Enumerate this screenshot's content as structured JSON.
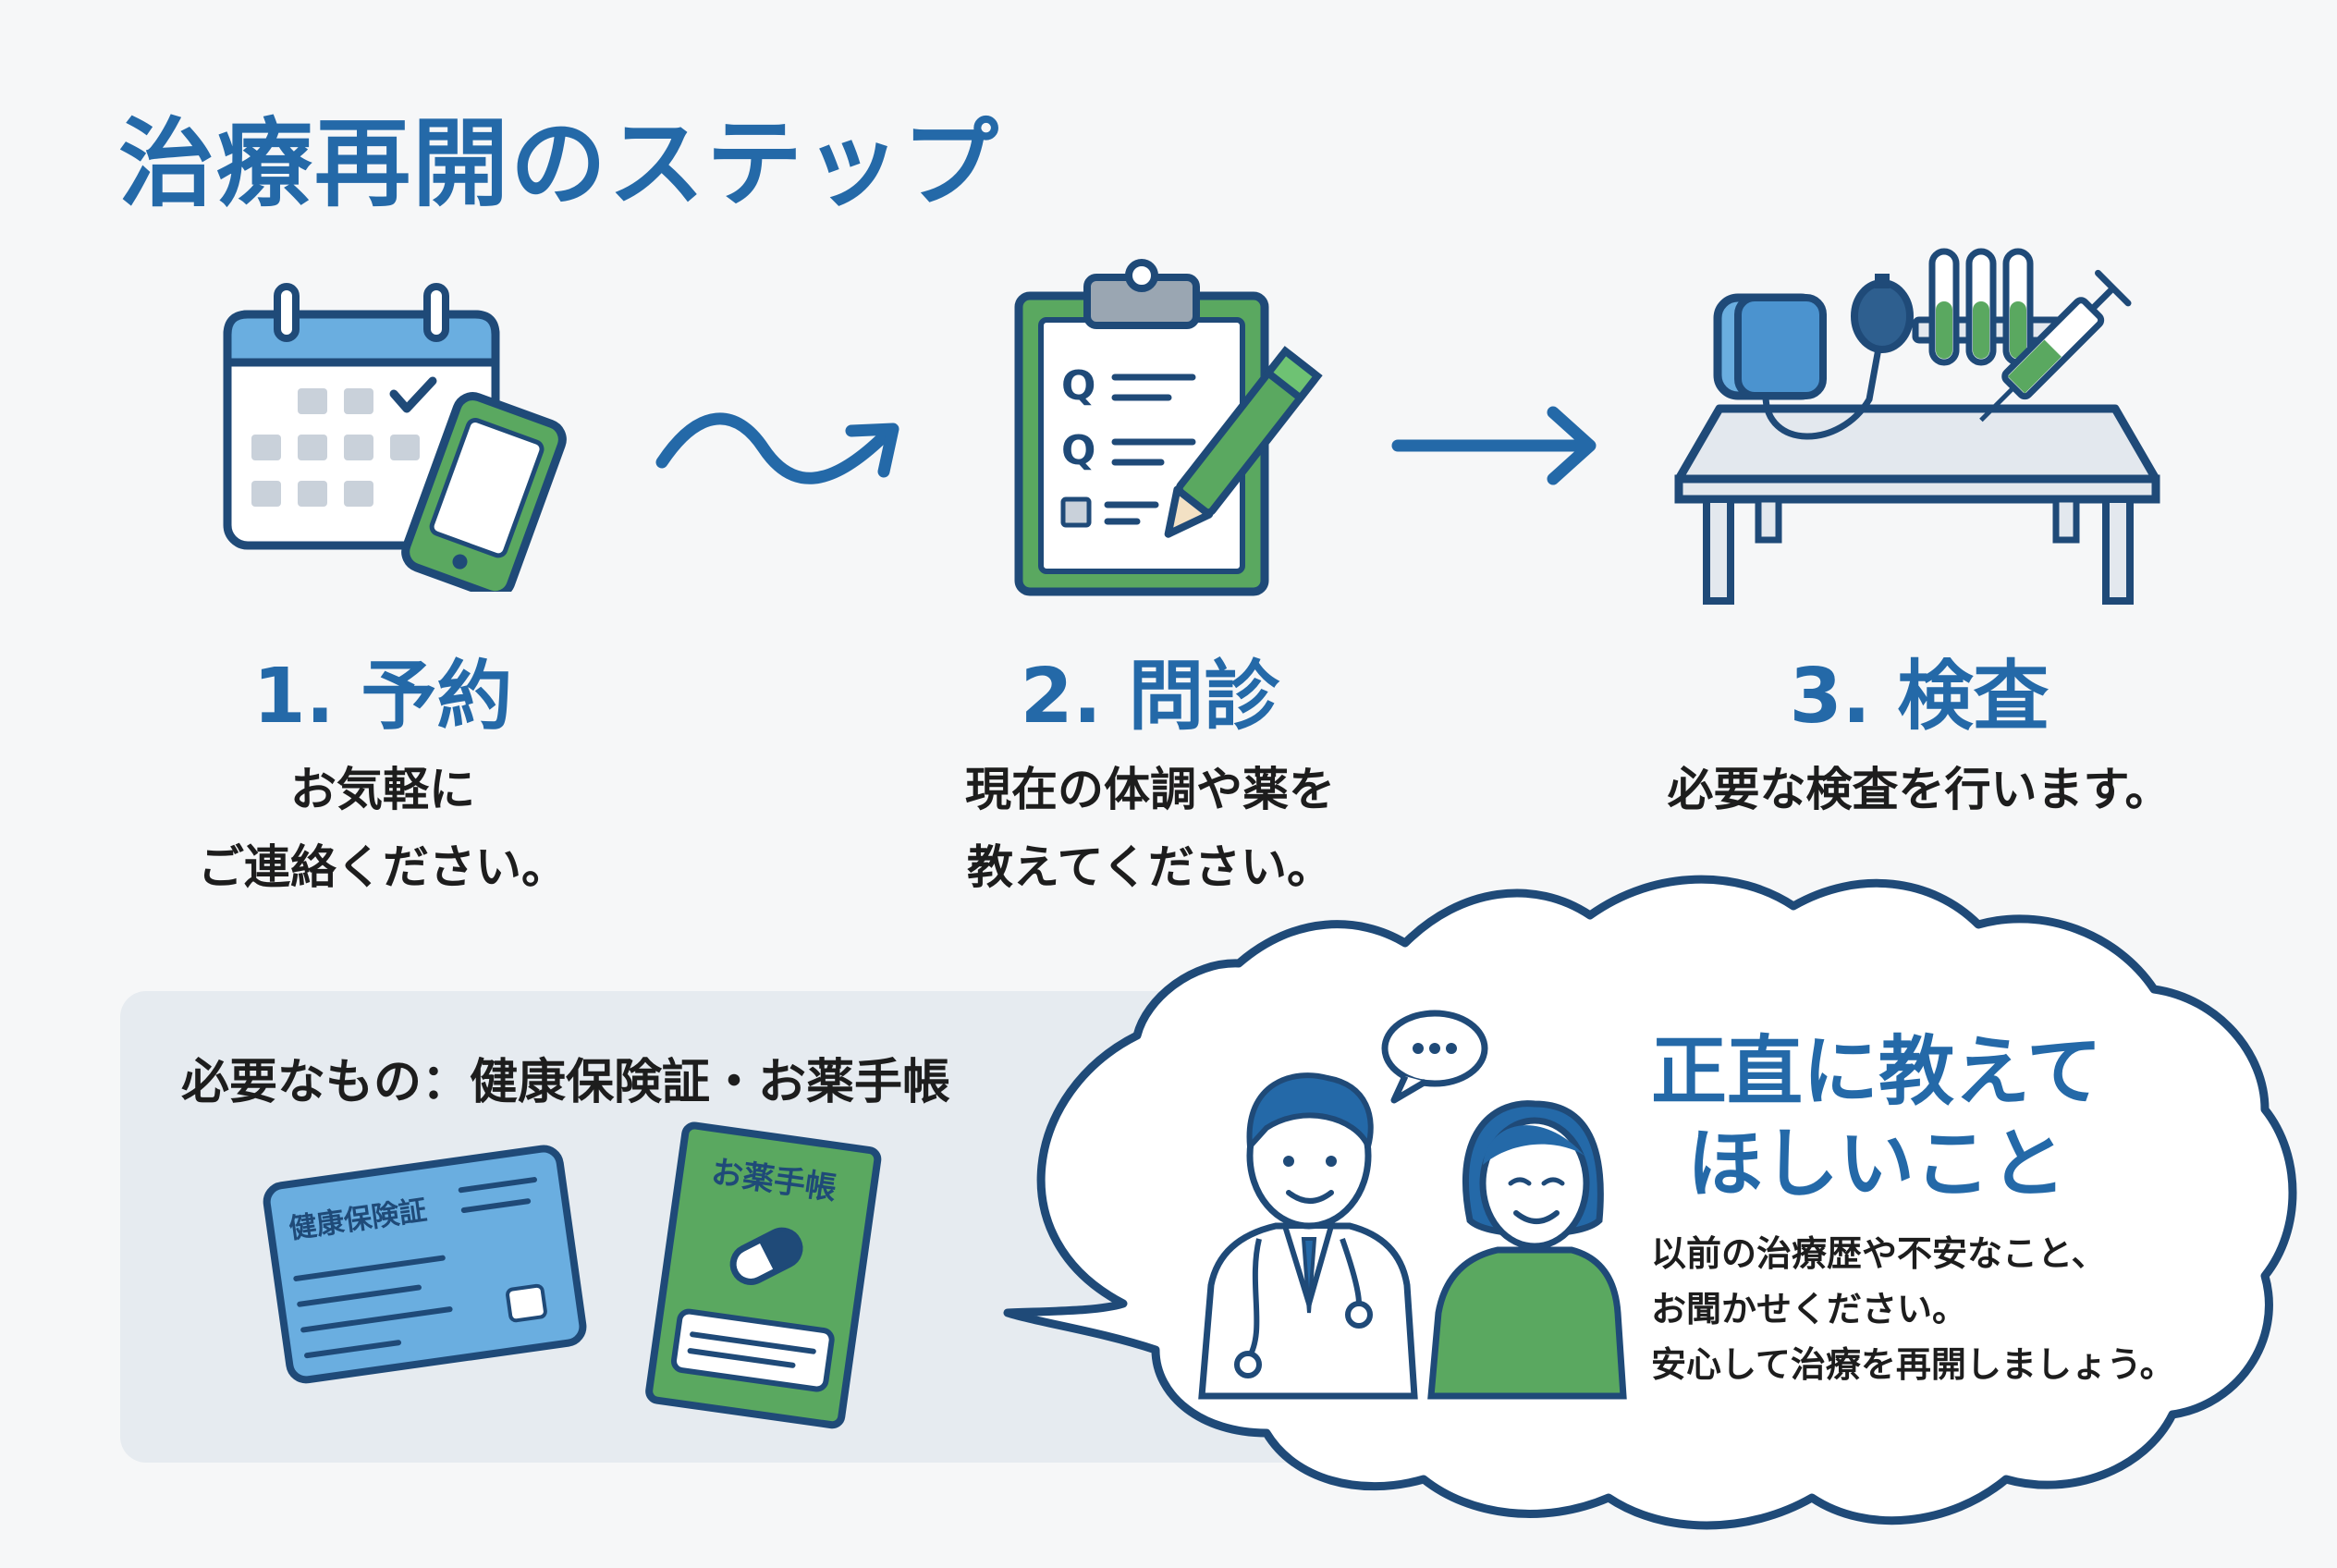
{
  "title": "治療再開のステップ",
  "steps": [
    {
      "number_title": "1. 予約",
      "desc_line1": "お気軽に",
      "desc_line2": "ご連絡ください。",
      "icon": "calendar-phone-icon"
    },
    {
      "number_title": "2. 問診",
      "desc_line1": "現在の体調や薬を",
      "desc_line2": "教えてください。",
      "icon": "clipboard-questionnaire-icon"
    },
    {
      "number_title": "3. 検査",
      "desc_line1": "必要な検査を行います。",
      "desc_line2": "",
      "icon": "medical-exam-table-icon"
    }
  ],
  "needs": {
    "label": "必要なもの：健康保険証・お薬手帳",
    "insurance_card_text": "健康保険証",
    "medicine_notebook_text": "お薬手帳"
  },
  "honest": {
    "title_line1": "正直に教えて",
    "title_line2": "ほしいこと",
    "desc_line1": "以前の治療歴や不安なこと、",
    "desc_line2": "お聞かせください。",
    "desc_line3": "安心して治療を再開しましょう。"
  },
  "colors": {
    "primary_blue": "#2469a8",
    "dark_navy": "#1f4a78",
    "light_blue": "#6aaee0",
    "green": "#5aa860",
    "panel_bg": "#e6ebf0",
    "background": "#f6f7f8"
  }
}
